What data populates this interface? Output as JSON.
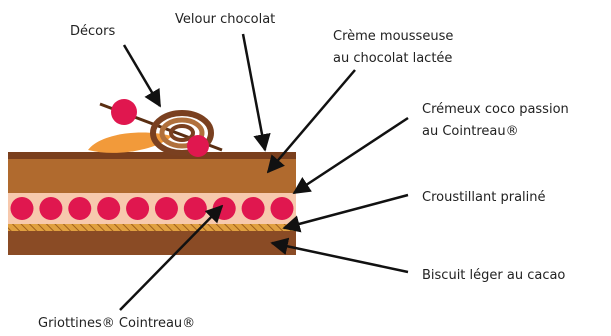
{
  "labels": {
    "decors": "Décors",
    "velour": "Velour chocolat",
    "creme_line1": "Crème mousseuse",
    "creme_line2": "au chocolat lactée",
    "cremeux_line1": "Crémeux coco passion",
    "cremeux_line2": "au Cointreau®",
    "croustillant": "Croustillant praliné",
    "biscuit": "Biscuit léger au cacao",
    "griottines": "Griottines® Cointreau®"
  },
  "colors": {
    "velour": "#7a3f1d",
    "creme": "#b06a2e",
    "cremeux": "#f7c9ad",
    "griottine": "#e0174f",
    "croustillant": "#e0a040",
    "biscuit": "#8a4b25",
    "decor_leaf": "#f29a3a",
    "decor_swirl": "#9c5a2c"
  },
  "griottines_count": 10
}
